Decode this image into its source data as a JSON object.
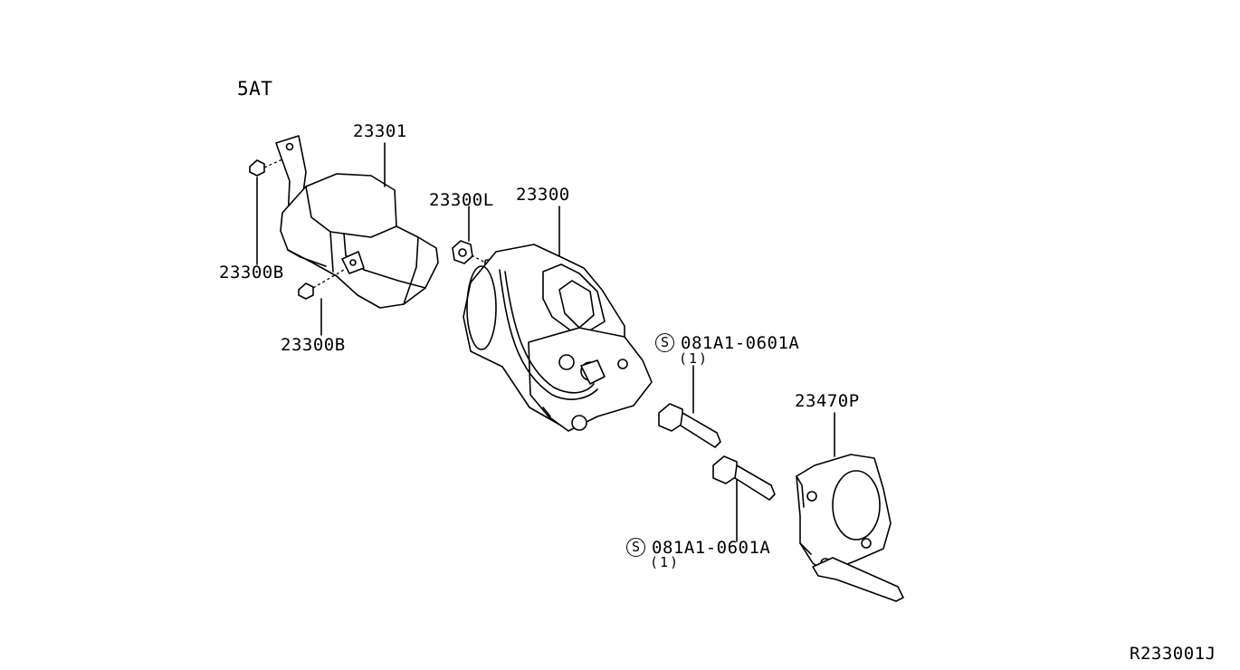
{
  "variant_label": "5AT",
  "diagram_id": "R233001J",
  "parts": {
    "protector": "23301",
    "protector_bolt_upper": "23300B",
    "protector_bolt_lower": "23300B",
    "nut": "23300L",
    "starter_motor": "23300",
    "bolt_upper": {
      "symbol": "S",
      "number": "081A1-0601A",
      "qty": "(1)"
    },
    "bolt_lower": {
      "symbol": "S",
      "number": "081A1-0601A",
      "qty": "(1)"
    },
    "bracket": "23470P"
  }
}
